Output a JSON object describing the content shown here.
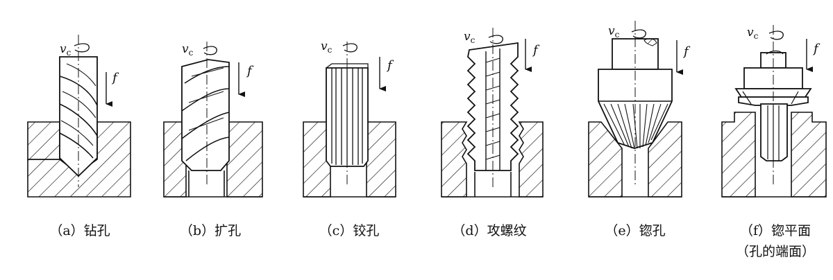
{
  "symbols": {
    "cutting_speed": "v",
    "cutting_speed_sub": "c",
    "feed": "f"
  },
  "panels": [
    {
      "id": "a",
      "caption": "（a）钻孔",
      "tool": "drill"
    },
    {
      "id": "b",
      "caption": "（b）扩孔",
      "tool": "core-drill"
    },
    {
      "id": "c",
      "caption": "（c）铰孔",
      "tool": "reamer"
    },
    {
      "id": "d",
      "caption": "（d）攻螺纹",
      "tool": "tap"
    },
    {
      "id": "e",
      "caption": "（e）锪孔",
      "tool": "countersink"
    },
    {
      "id": "f",
      "caption": "（f）锪平面",
      "caption2": "（孔的端面）",
      "tool": "spot-facer"
    }
  ]
}
